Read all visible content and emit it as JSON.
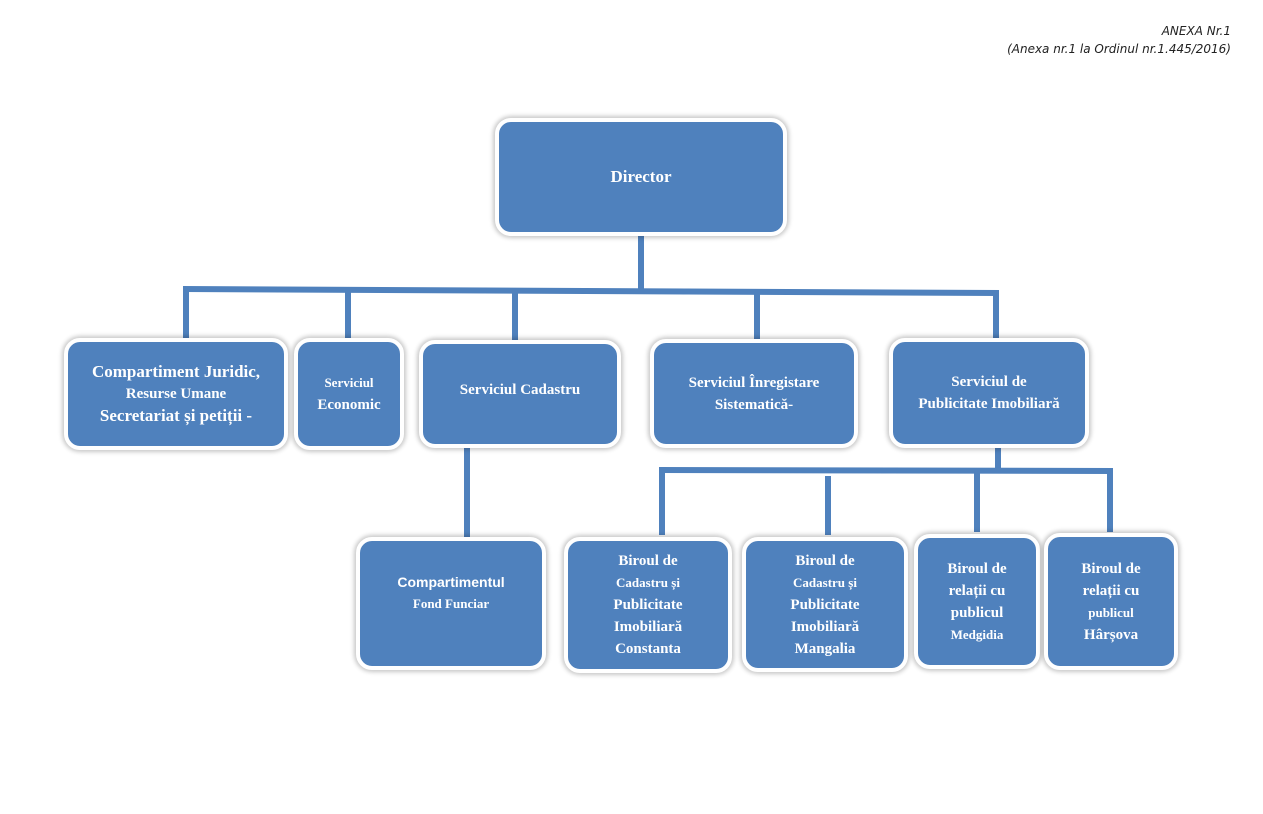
{
  "header": {
    "annex": "ANEXA Nr.1",
    "reference": "(Anexa nr.1 la Ordinul nr.1.445/2016)"
  },
  "chart": {
    "director": "Director",
    "level1": [
      {
        "lines": [
          "Compartiment Juridic,",
          "Resurse Umane",
          "Secretariat și petiții  -"
        ]
      },
      {
        "lines": [
          "Serviciul",
          "Economic"
        ]
      },
      {
        "lines": [
          "Serviciul Cadastru"
        ]
      },
      {
        "lines": [
          "Serviciul Înregistare",
          "Sistematică-"
        ]
      },
      {
        "lines": [
          "Serviciul de",
          "Publicitate Imobiliară"
        ]
      }
    ],
    "fond": {
      "lines": [
        "Compartimentul",
        "Fond Funciar"
      ]
    },
    "birouri": [
      {
        "lines": [
          "Biroul  de",
          "Cadastru și",
          "Publicitate",
          "Imobiliară",
          "Constanta"
        ]
      },
      {
        "lines": [
          "Biroul  de",
          "Cadastru și",
          "Publicitate",
          "Imobiliară",
          "Mangalia"
        ]
      },
      {
        "lines": [
          "Biroul  de",
          "relații cu",
          "publicul",
          "Medgidia"
        ]
      },
      {
        "lines": [
          "Biroul  de",
          "relații cu",
          "publicul",
          "Hârșova"
        ]
      }
    ],
    "colors": {
      "box": "#4f81bd",
      "connector": "#4f81bd"
    }
  }
}
